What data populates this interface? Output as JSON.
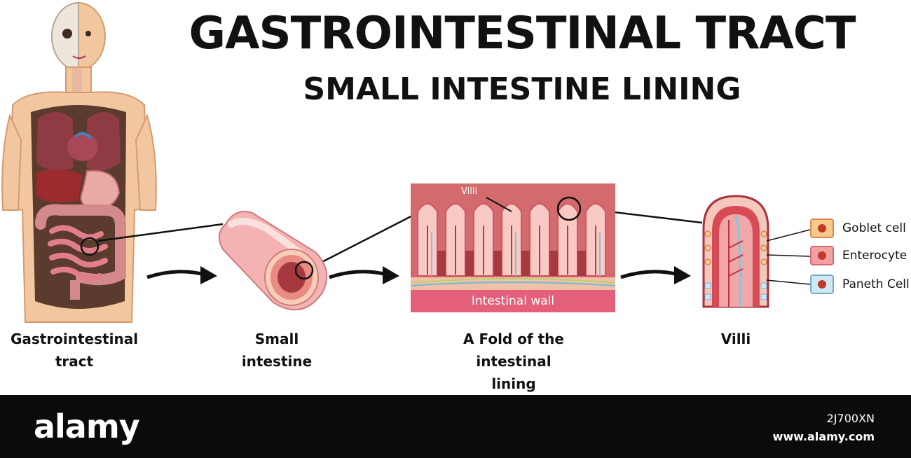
{
  "title": "GASTROINTESTINAL TRACT",
  "subtitle": "SMALL INTESTINE LINING",
  "stages": {
    "body": "Gastrointestinal tract",
    "small_intestine": "Small intestine",
    "fold": "A Fold of the intestinal lining",
    "villi": "Villi"
  },
  "fold_labels": {
    "villi": "Villi",
    "intestinal_wall": "Intestinal wall"
  },
  "legend": [
    {
      "label": "Goblet cell",
      "color": "#f7c98b"
    },
    {
      "label": "Enterocyte",
      "color": "#f2a0a0"
    },
    {
      "label": "Paneth Cell",
      "color": "#cfe8f3"
    }
  ],
  "footer": {
    "brand": "alamy",
    "image_id": "2J700XN",
    "site": "www.alamy.com"
  },
  "colors": {
    "skin": "#f2c79f",
    "tissue": "#f1a3a8",
    "wall": "#e25a74",
    "dark_red": "#a8323e"
  }
}
